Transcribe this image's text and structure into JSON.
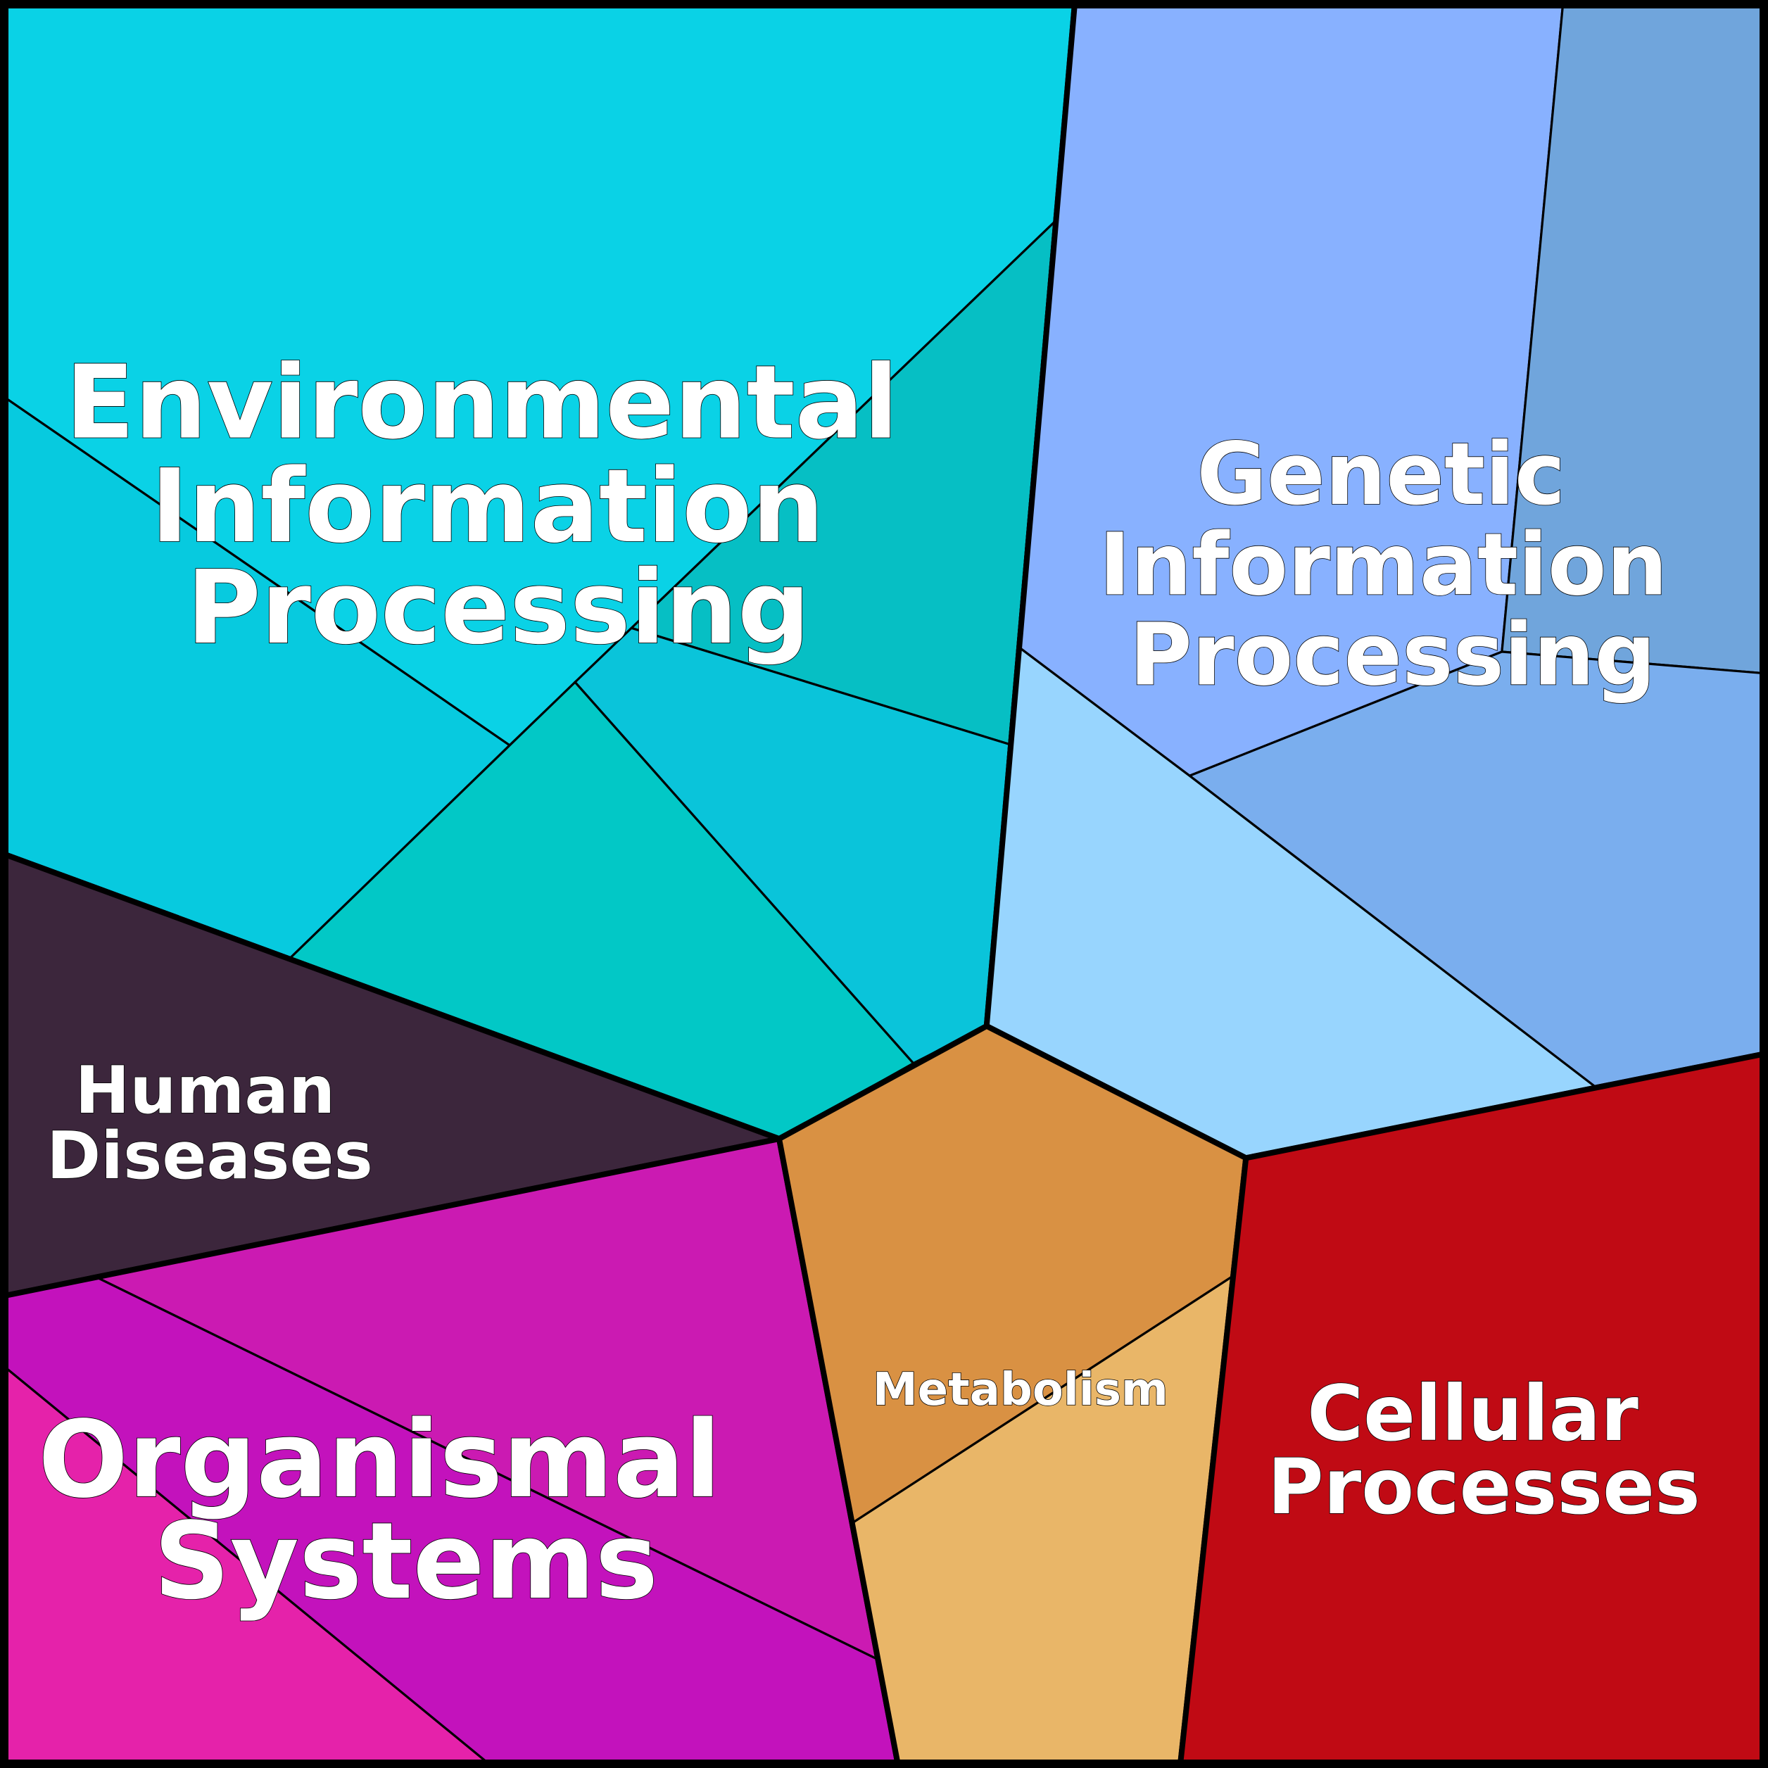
{
  "title": "Voronoi treemap of functional categories",
  "colors": {
    "environmental": [
      "#0AD2E6",
      "#07CADF",
      "#06BFC4",
      "#0AC4DA",
      "#02C8C6"
    ],
    "genetic": [
      "#88B1FF",
      "#70A5DC",
      "#7AAEEE",
      "#98D5FE"
    ],
    "human_diseases": [
      "#3C263C"
    ],
    "organismal": [
      "#CB1AB2",
      "#C312BC",
      "#E522AA"
    ],
    "metabolism": [
      "#D99143",
      "#E9B668"
    ],
    "cellular": [
      "#C00A14"
    ]
  },
  "groups": [
    {
      "id": "environmental",
      "lines": [
        "Environmental",
        "Information",
        "Processing"
      ]
    },
    {
      "id": "genetic",
      "lines": [
        "Genetic",
        "Information",
        "Processing"
      ]
    },
    {
      "id": "human_diseases",
      "lines": [
        "Human",
        "Diseases"
      ]
    },
    {
      "id": "organismal",
      "lines": [
        "Organismal",
        "Systems"
      ]
    },
    {
      "id": "metabolism",
      "lines": [
        "Metabolism"
      ]
    },
    {
      "id": "cellular",
      "lines": [
        "Cellular",
        "Processes"
      ]
    }
  ]
}
